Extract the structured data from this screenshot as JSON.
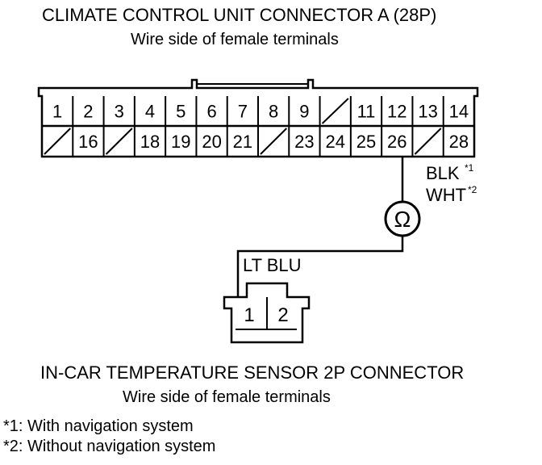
{
  "connector_a": {
    "title": "CLIMATE CONTROL UNIT CONNECTOR A (28P)",
    "subtitle": "Wire side of female terminals",
    "row1": [
      "1",
      "2",
      "3",
      "4",
      "5",
      "6",
      "7",
      "8",
      "9",
      "",
      "11",
      "12",
      "13",
      "14"
    ],
    "row2": [
      "",
      "16",
      "",
      "18",
      "19",
      "20",
      "21",
      "",
      "23",
      "24",
      "25",
      "26",
      "",
      "28"
    ]
  },
  "wire_a": {
    "color_1": "BLK",
    "note_1": "*1",
    "color_2": "WHT",
    "note_2": "*2"
  },
  "meter_symbol": "Ω",
  "wire_b": {
    "color": "LT BLU"
  },
  "sensor": {
    "pins": [
      "1",
      "2"
    ],
    "title": "IN-CAR TEMPERATURE SENSOR 2P CONNECTOR",
    "subtitle": "Wire side of female terminals"
  },
  "footnotes": {
    "n1": "*1: With navigation system",
    "n2": "*2: Without navigation system"
  }
}
